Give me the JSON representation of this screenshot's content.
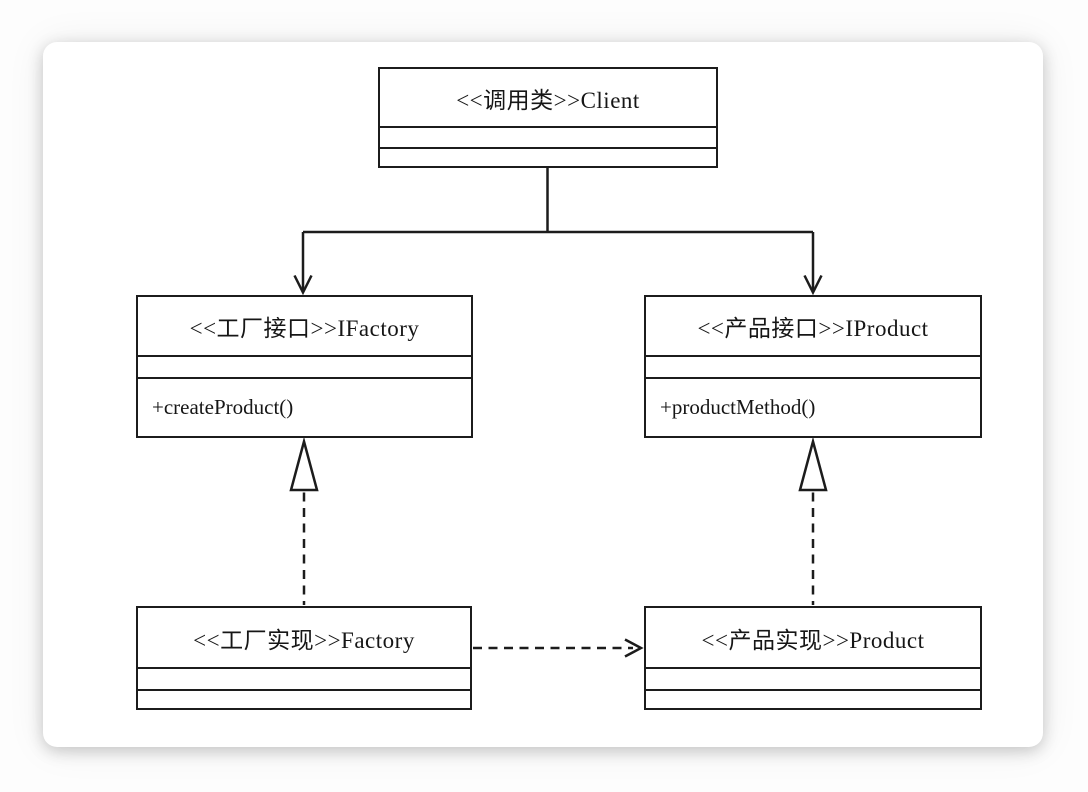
{
  "diagram_type": "uml-class-diagram",
  "colors": {
    "page_background": "#fdfdfd",
    "card_background": "#ffffff",
    "line_color": "#1c1c1c",
    "text_color": "#161616"
  },
  "classes": {
    "client": {
      "title": "<<调用类>>Client",
      "attributes": "",
      "operations": ""
    },
    "ifactory": {
      "title": "<<工厂接口>>IFactory",
      "attributes": "",
      "operations": "+createProduct()"
    },
    "iproduct": {
      "title": "<<产品接口>>IProduct",
      "attributes": "",
      "operations": "+productMethod()"
    },
    "factory": {
      "title": "<<工厂实现>>Factory",
      "attributes": "",
      "operations": ""
    },
    "product": {
      "title": "<<产品实现>>Product",
      "attributes": "",
      "operations": ""
    }
  },
  "relations": [
    {
      "type": "directed-association",
      "from": "Client",
      "to": "IFactory",
      "line": "solid",
      "arrowhead": "open"
    },
    {
      "type": "directed-association",
      "from": "Client",
      "to": "IProduct",
      "line": "solid",
      "arrowhead": "open"
    },
    {
      "type": "realization",
      "from": "Factory",
      "to": "IFactory",
      "line": "dashed",
      "arrowhead": "hollow-triangle"
    },
    {
      "type": "realization",
      "from": "Product",
      "to": "IProduct",
      "line": "dashed",
      "arrowhead": "hollow-triangle"
    },
    {
      "type": "dependency",
      "from": "Factory",
      "to": "Product",
      "line": "dashed",
      "arrowhead": "open"
    }
  ]
}
